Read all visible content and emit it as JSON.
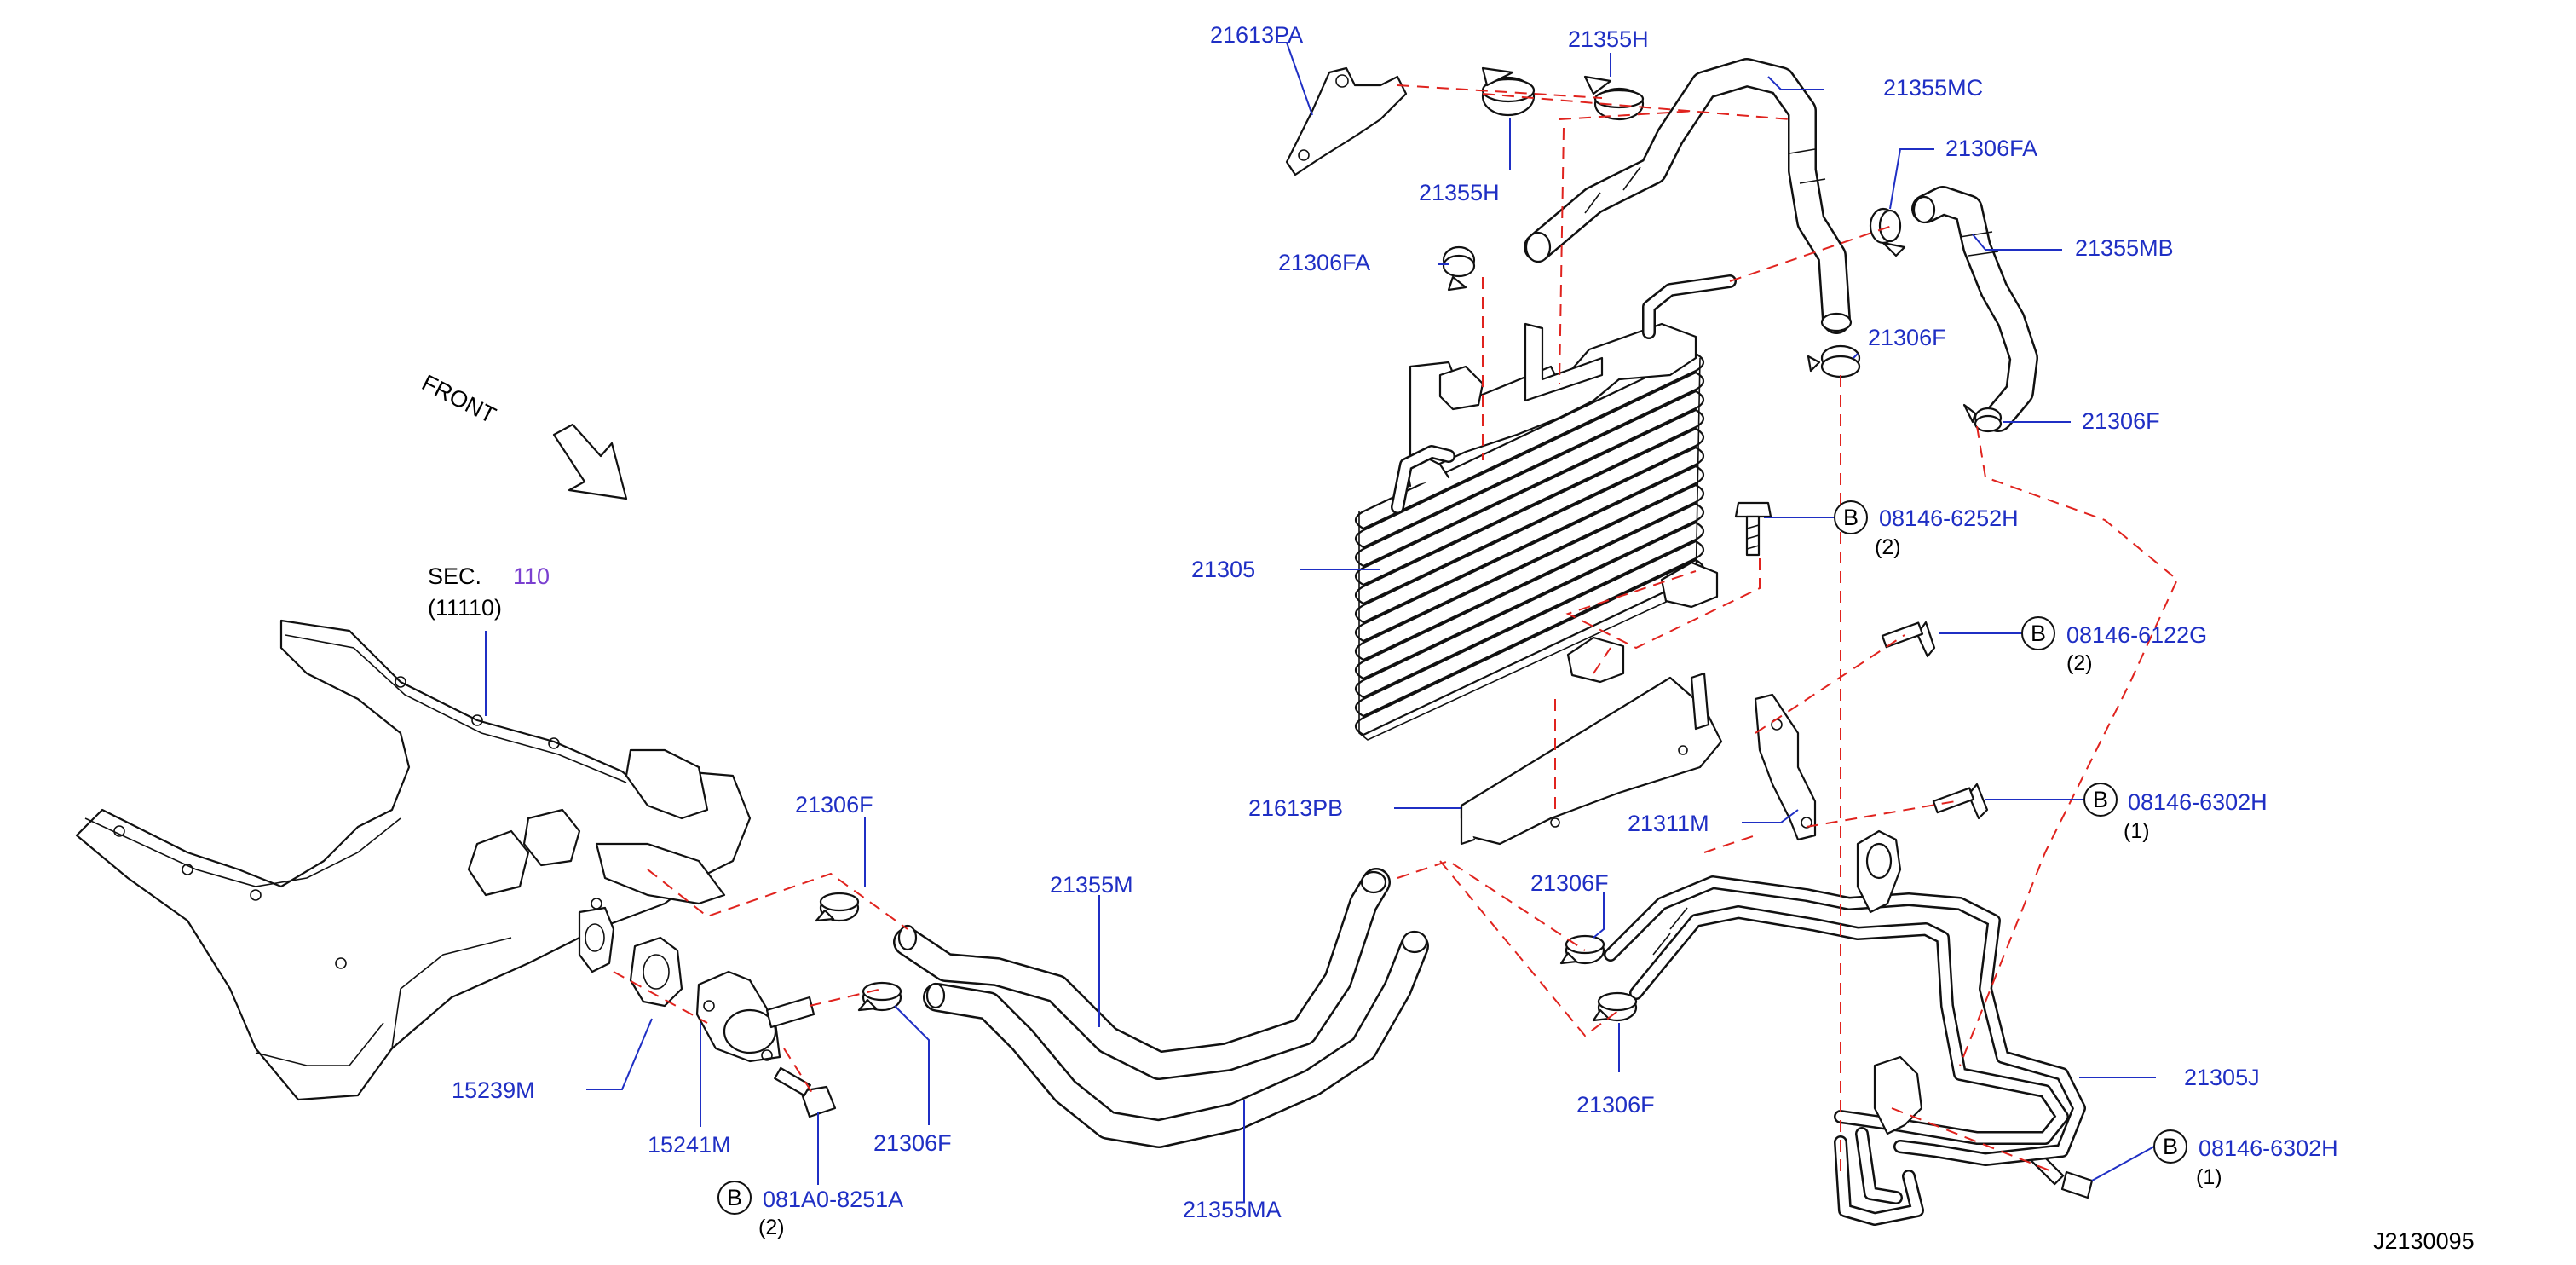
{
  "diagram_code": "J2130095",
  "front_label": "FRONT",
  "section_ref": {
    "prefix": "SEC.",
    "number": "110",
    "sub": "(11110)"
  },
  "bolt_marker": "B",
  "parts": {
    "p21613PA": "21613PA",
    "p21355H_top": "21355H",
    "p21355H_bottom": "21355H",
    "p21355MC": "21355MC",
    "p21306FA_right": "21306FA",
    "p21306FA_left": "21306FA",
    "p21355MB": "21355MB",
    "p21306F_mid": "21306F",
    "p21306F_right": "21306F",
    "p21305": "21305",
    "p21613PB": "21613PB",
    "p21311M": "21311M",
    "p21306F_lowmid": "21306F",
    "p21306F_lowbottom": "21306F",
    "p21305J": "21305J",
    "p21306F_left": "21306F",
    "p21355M": "21355M",
    "p21306F_leftbottom": "21306F",
    "p21355MA": "21355MA",
    "p15239M": "15239M",
    "p15241M": "15241M"
  },
  "bolts": {
    "b1": {
      "part": "08146-6252H",
      "qty": "(2)"
    },
    "b2": {
      "part": "08146-6122G",
      "qty": "(2)"
    },
    "b3": {
      "part": "08146-6302H",
      "qty": "(1)"
    },
    "b4": {
      "part": "08146-6302H",
      "qty": "(1)"
    },
    "b5": {
      "part": "081A0-8251A",
      "qty": "(2)"
    }
  }
}
